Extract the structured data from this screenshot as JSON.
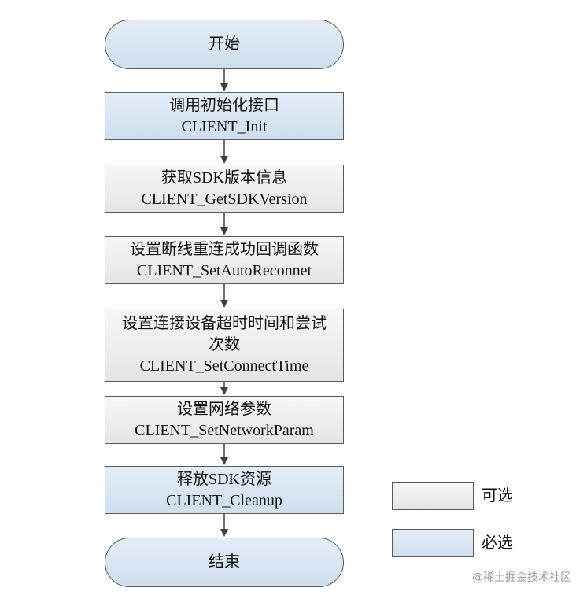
{
  "flow": {
    "start": "开始",
    "steps": [
      {
        "line1": "调用初始化接口",
        "line2": "CLIENT_Init"
      },
      {
        "line1": "获取SDK版本信息",
        "line2": "CLIENT_GetSDKVersion"
      },
      {
        "line1": "设置断线重连成功回调函数",
        "line2": "CLIENT_SetAutoReconnet"
      },
      {
        "line1": "设置连接设备超时时间和尝试",
        "line1b": "次数",
        "line2": "CLIENT_SetConnectTime"
      },
      {
        "line1": "设置网络参数",
        "line2": "CLIENT_SetNetworkParam"
      },
      {
        "line1": "释放SDK资源",
        "line2": "CLIENT_Cleanup"
      }
    ],
    "end": "结束"
  },
  "legend": {
    "optional": "可选",
    "required": "必选"
  },
  "colors": {
    "required_fill": "#d7e4f1",
    "optional_fill": "#ececec",
    "stroke": "#5a5a5a"
  },
  "watermark": "@稀土掘金技术社区"
}
